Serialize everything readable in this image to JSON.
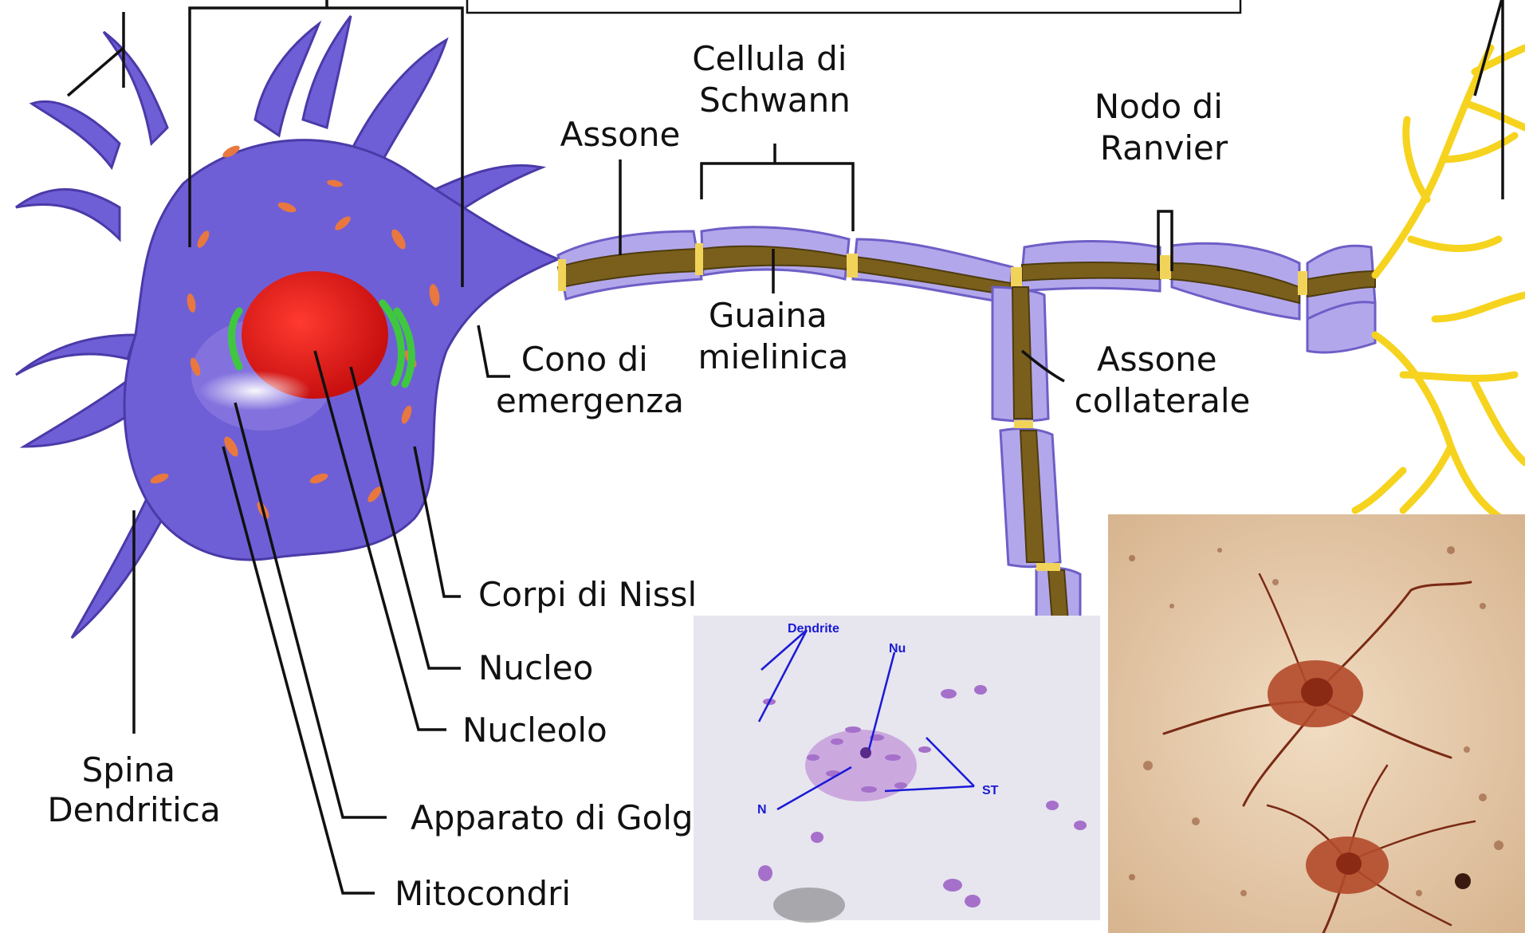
{
  "labels": {
    "spina_dendritica": [
      "Spina",
      "Dendritica"
    ],
    "assone": "Assone",
    "cellula_di_schwann": [
      "Cellula di",
      "Schwann"
    ],
    "nodo_di_ranvier": [
      "Nodo di",
      "Ranvier"
    ],
    "guaina_mielinica": [
      "Guaina",
      "mielinica"
    ],
    "cono_di_emergenza": [
      "Cono di",
      "emergenza"
    ],
    "assone_collaterale": [
      "Assone",
      "collaterale"
    ],
    "corpi_di_nissl": "Corpi di Nissl",
    "nucleo": "Nucleo",
    "nucleolo": "Nucleolo",
    "apparato_di_golgi": "Apparato di Golgi",
    "mitocondri": "Mitocondri"
  },
  "micrograph_labels": {
    "dendrite": "Dendrite",
    "nu": "Nu",
    "n": "N",
    "st": "ST"
  },
  "colors": {
    "cell_body": "#6f5fd6",
    "myelin": "#b3a7ec",
    "axon_core": "#7a5f1c",
    "nucleus": "#e01c1c",
    "golgi": "#3fc83f",
    "mitochondria": "#e87840",
    "axon_terminals": "#f6d31e",
    "micro_label": "#1a1ad6",
    "golgi_stain_bg": "#e8c9a8",
    "nissl_bg": "#e6e4ee"
  }
}
